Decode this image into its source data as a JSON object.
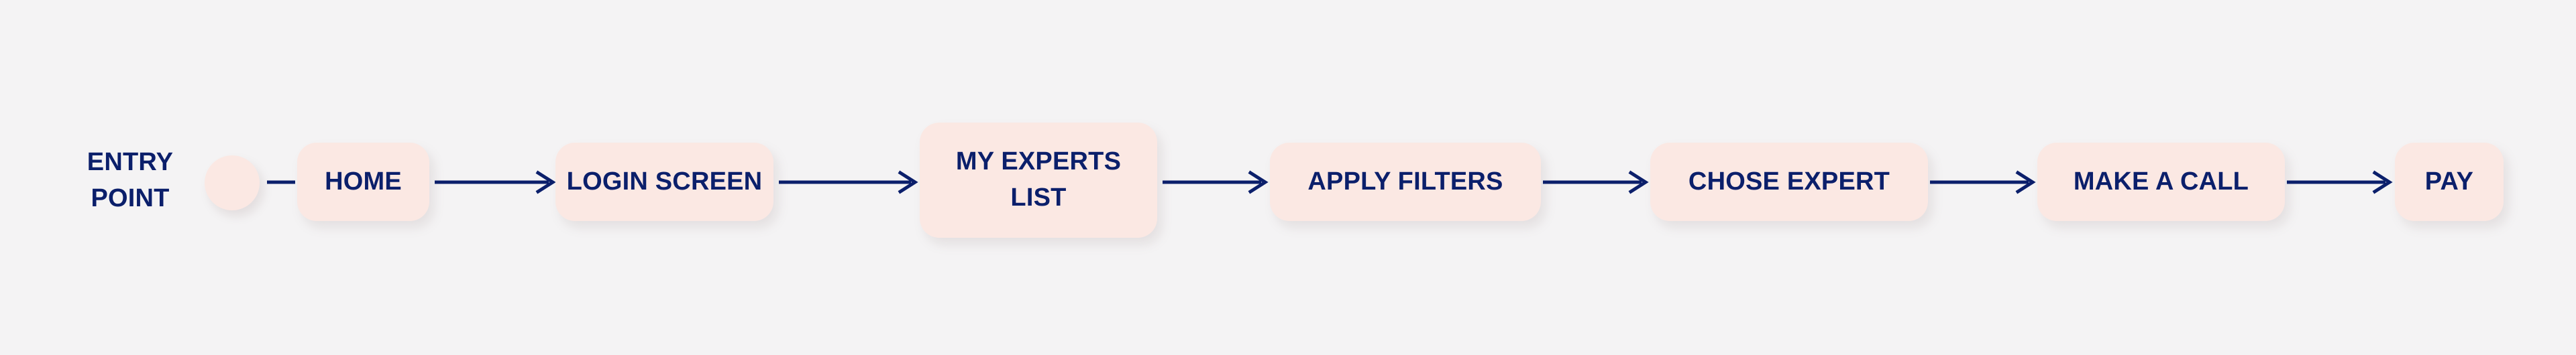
{
  "diagram": {
    "type": "user-flow-flowchart",
    "orientation": "horizontal",
    "title_label": "ENTRY POINT",
    "entry": {
      "label_line_1": "ENTRY",
      "label_line_2": "POINT",
      "node_shape": "circle"
    },
    "colors": {
      "background": "#f4f3f4",
      "node_fill": "#fbe8e3",
      "text": "#0b1f6b",
      "arrow": "#0b1f6b"
    },
    "steps": [
      {
        "id": "home",
        "label": "HOME",
        "shape": "rounded-rect",
        "lines": 1
      },
      {
        "id": "login-screen",
        "label": "LOGIN SCREEN",
        "shape": "rounded-rect",
        "lines": 1
      },
      {
        "id": "my-experts-list",
        "label": "MY EXPERTS\nLIST",
        "shape": "rounded-rect",
        "lines": 2
      },
      {
        "id": "apply-filters",
        "label": "APPLY FILTERS",
        "shape": "rounded-rect",
        "lines": 1
      },
      {
        "id": "chose-expert",
        "label": "CHOSE EXPERT",
        "shape": "rounded-rect",
        "lines": 1
      },
      {
        "id": "make-a-call",
        "label": "MAKE A CALL",
        "shape": "rounded-rect",
        "lines": 1
      },
      {
        "id": "pay",
        "label": "PAY",
        "shape": "rounded-rect",
        "lines": 1
      }
    ],
    "connectors": [
      {
        "from": "entry-circle",
        "to": "home",
        "style": "plain-line",
        "arrowhead": false
      },
      {
        "from": "home",
        "to": "login-screen",
        "style": "arrow",
        "arrowhead": true
      },
      {
        "from": "login-screen",
        "to": "my-experts-list",
        "style": "arrow",
        "arrowhead": true
      },
      {
        "from": "my-experts-list",
        "to": "apply-filters",
        "style": "arrow",
        "arrowhead": true
      },
      {
        "from": "apply-filters",
        "to": "chose-expert",
        "style": "arrow",
        "arrowhead": true
      },
      {
        "from": "chose-expert",
        "to": "make-a-call",
        "style": "arrow",
        "arrowhead": true
      },
      {
        "from": "make-a-call",
        "to": "pay",
        "style": "arrow",
        "arrowhead": true
      }
    ]
  }
}
